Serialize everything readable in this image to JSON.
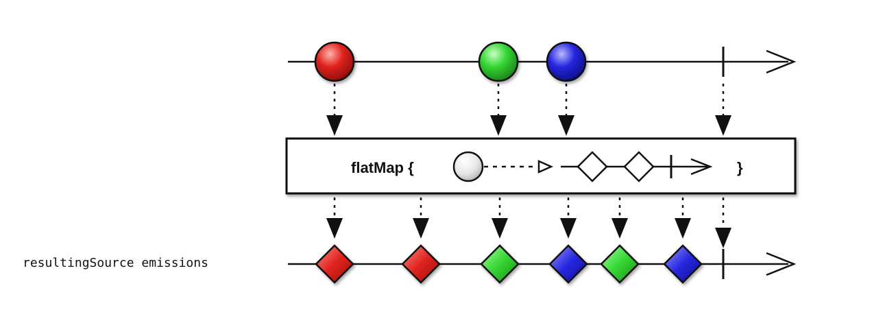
{
  "operator": {
    "name": "flatMap {",
    "close": "}"
  },
  "output_label": "resultingSource emissions",
  "source_emissions": [
    {
      "shape": "circle",
      "color": "red"
    },
    {
      "shape": "circle",
      "color": "green"
    },
    {
      "shape": "circle",
      "color": "blue"
    },
    {
      "shape": "complete"
    }
  ],
  "inner_stream": [
    "circle",
    "diamond",
    "diamond",
    "complete"
  ],
  "output_emissions": [
    {
      "shape": "diamond",
      "color": "red"
    },
    {
      "shape": "diamond",
      "color": "red"
    },
    {
      "shape": "diamond",
      "color": "green"
    },
    {
      "shape": "diamond",
      "color": "blue"
    },
    {
      "shape": "diamond",
      "color": "green"
    },
    {
      "shape": "diamond",
      "color": "blue"
    },
    {
      "shape": "complete"
    }
  ],
  "colors": {
    "red": "#e0231e",
    "green": "#35d633",
    "blue": "#2727e0",
    "line": "#111111"
  }
}
